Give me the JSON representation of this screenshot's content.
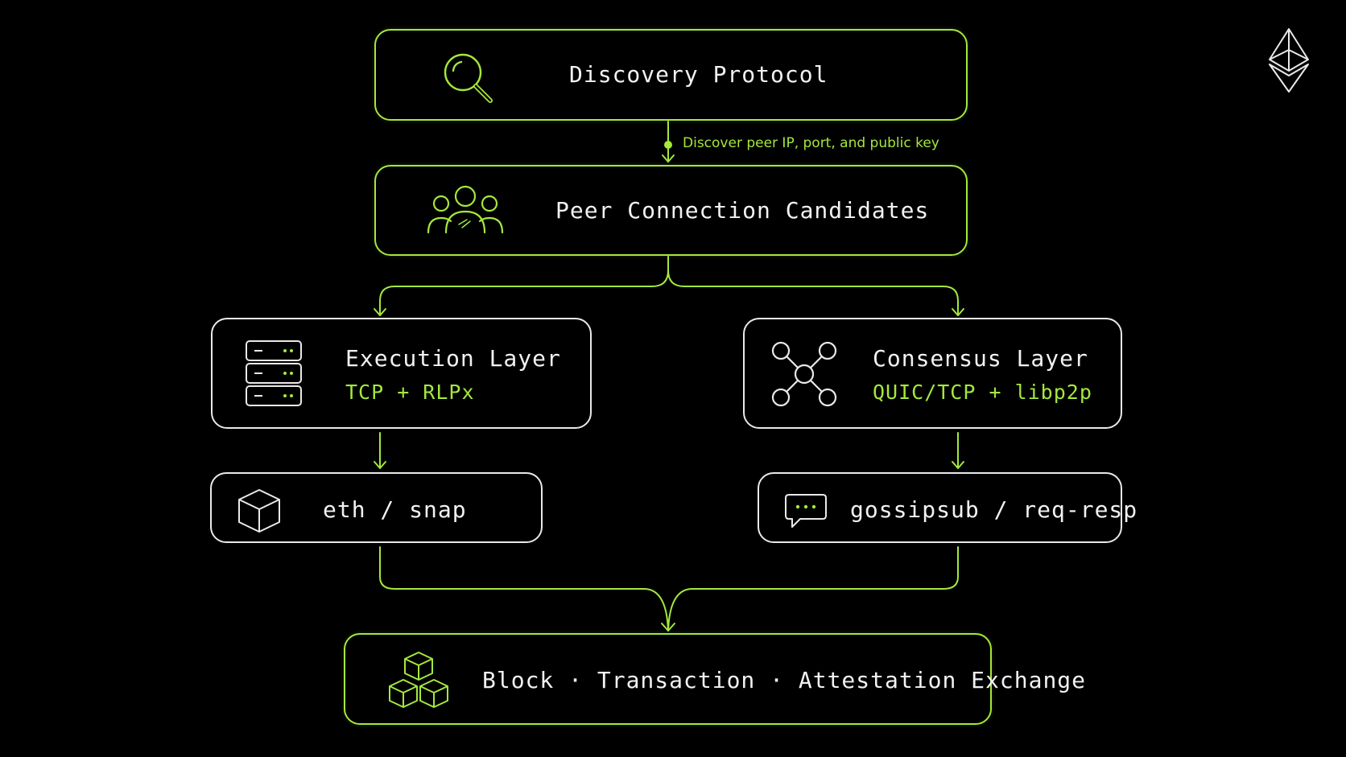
{
  "colors": {
    "background": "#000000",
    "accent": "#a4e83c",
    "outline_white": "#e9e9e9",
    "text": "#f2f2f2"
  },
  "logo": {
    "icon": "ethereum-diamond-icon"
  },
  "discovery": {
    "title": "Discovery Protocol",
    "icon": "magnifier-icon"
  },
  "edge_discovery_to_peers": {
    "label": "Discover peer IP, port, and public key"
  },
  "peers": {
    "title": "Peer Connection Candidates",
    "icon": "people-group-icon"
  },
  "execution": {
    "title": "Execution Layer",
    "subtitle": "TCP + RLPx",
    "icon": "server-rack-icon"
  },
  "consensus": {
    "title": "Consensus Layer",
    "subtitle": "QUIC/TCP + libp2p",
    "icon": "network-nodes-icon"
  },
  "eth_snap": {
    "title": "eth / snap",
    "icon": "cube-icon"
  },
  "gossip": {
    "title": "gossipsub / req-resp",
    "icon": "chat-bubble-icon"
  },
  "exchange": {
    "title": "Block · Transaction · Attestation Exchange",
    "icon": "stacked-cubes-icon"
  }
}
